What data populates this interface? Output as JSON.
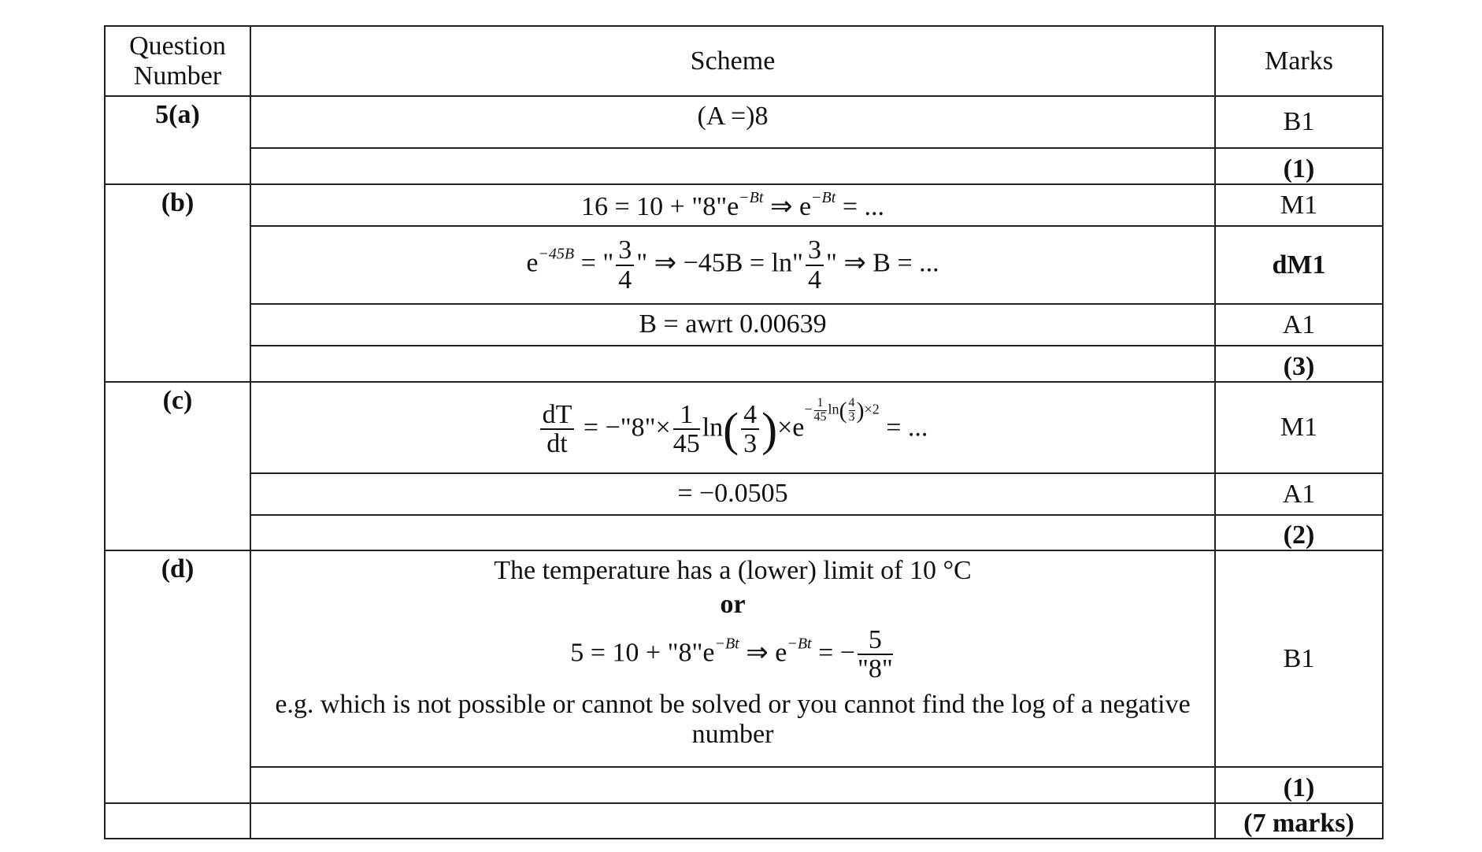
{
  "header": {
    "question": "Question Number",
    "scheme": "Scheme",
    "marks": "Marks"
  },
  "a": {
    "label": "5(a)",
    "scheme": "(A =)8",
    "mark": "B1",
    "total": "(1)"
  },
  "b": {
    "label": "(b)",
    "line1": {
      "lhs": "16 = 10 + \"8\"e",
      "exp1": "−Bt",
      "mid": " ⇒ e",
      "exp2": "−Bt",
      "rhs": " = ..."
    },
    "line2": {
      "e": "e",
      "exp": "−45B",
      "eq1": " = \"",
      "num1": "3",
      "den1": "4",
      "mid": "\" ⇒ −45B = ln\"",
      "num2": "3",
      "den2": "4",
      "rhs": "\" ⇒ B = ..."
    },
    "line3": "B = awrt 0.00639",
    "marks": [
      "M1",
      "dM1",
      "A1"
    ],
    "total": "(3)"
  },
  "c": {
    "label": "(c)",
    "line1": {
      "dnum": "dT",
      "dden": "dt",
      "eq": " = −\"8\"×",
      "num": "1",
      "den": "45",
      "ln": "ln",
      "pnum": "4",
      "pden": "3",
      "times": "×e",
      "exp_minus": "−",
      "enum": "1",
      "eden": "45",
      "eln": "ln",
      "epnum": "4",
      "epden": "3",
      "ex2": "×2",
      "rhs": "= ..."
    },
    "line2": "= −0.0505",
    "marks": [
      "M1",
      "A1"
    ],
    "total": "(2)"
  },
  "d": {
    "label": "(d)",
    "line1": "The temperature has a (lower) limit of 10 °C",
    "or": "or",
    "line3": {
      "lhs": "5 = 10 + \"8\"e",
      "exp1": "−Bt",
      "mid": " ⇒ e",
      "exp2": "−Bt",
      "eq": " = −",
      "num": "5",
      "den": "\"8\""
    },
    "line4": "e.g. which is not possible or cannot be solved or you cannot find the log of a negative number",
    "mark": "B1",
    "total": "(1)"
  },
  "grand_total": "(7 marks)"
}
